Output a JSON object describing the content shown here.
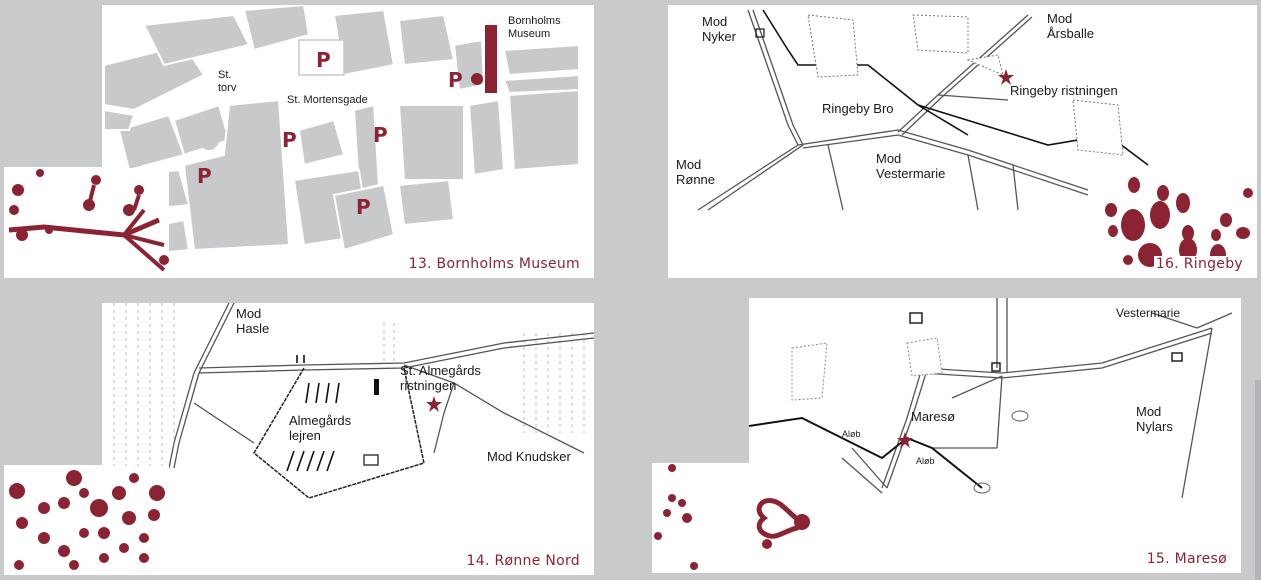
{
  "colors": {
    "accent": "#8c2332",
    "background": "#c9cacc",
    "road": "#c8c9cb"
  },
  "panels": {
    "museum": {
      "caption": "13. Bornholms Museum",
      "labels": {
        "museum": "Bornholms\nMuseum",
        "torv": "St.\ntorv",
        "street": "St. Mortensgade",
        "parking": "P"
      }
    },
    "ringeby": {
      "caption": "16. Ringeby",
      "labels": {
        "nyker": "Mod\nNyker",
        "aarsballe": "Mod\nÅrsballe",
        "site": "Ringeby ristningen",
        "bro": "Ringeby Bro",
        "ronne": "Mod\nRønne",
        "vestermarie": "Mod\nVestermarie"
      }
    },
    "ronne_nord": {
      "caption": "14. Rønne Nord",
      "labels": {
        "hasle": "Mod\nHasle",
        "site": "St. Almegårds\nristningen",
        "camp": "Almegårds\nlejren",
        "knudsker": "Mod Knudsker"
      }
    },
    "mareso": {
      "caption": "15. Maresø",
      "labels": {
        "vestermarie": "Vestermarie",
        "nylars": "Mod\nNylars",
        "mareso": "Maresø",
        "aloeb1": "Aløb",
        "aloeb2": "Aløb"
      }
    }
  },
  "icons": {
    "site_marker": "star-icon"
  }
}
